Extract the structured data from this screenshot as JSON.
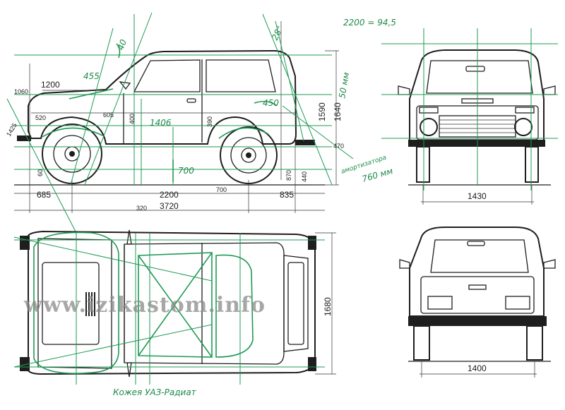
{
  "watermark": "www.izikastom.info",
  "side_view": {
    "dims": {
      "overhang_front": "685",
      "wheelbase": "2200",
      "overhang_rear": "835",
      "length": "3720",
      "height": "1590",
      "height_loaded": "1640",
      "ground_clearance": "320",
      "hood_width": "1200",
      "door_length": "1406",
      "d605": "605",
      "d455": "455",
      "d400": "400",
      "d1060": "1060",
      "d520": "520",
      "d1425": "1425",
      "d470": "470",
      "d450": "450",
      "d390": "390",
      "d700": "700",
      "d60": "60",
      "d40": "40",
      "d440": "440",
      "d870": "870",
      "angle": "28°"
    },
    "notes": {
      "scale": "2200 = 94,5",
      "mm50": "50 мм",
      "shock": "амортизатора",
      "mm760": "760 мм"
    }
  },
  "front_view": {
    "track": "1430"
  },
  "top_view": {
    "width": "1680",
    "caption": "Кожея УАЗ-Радиат"
  },
  "rear_view": {
    "track": "1400"
  }
}
